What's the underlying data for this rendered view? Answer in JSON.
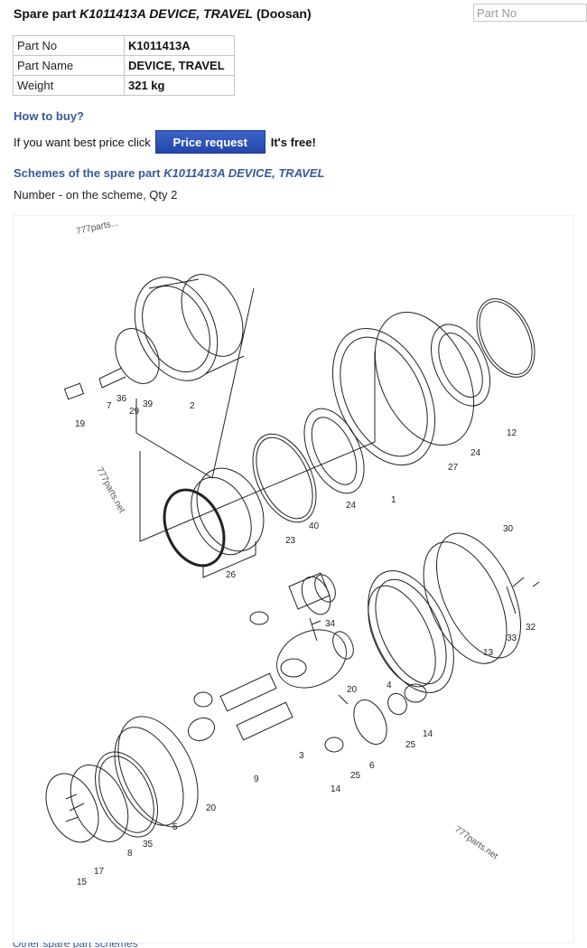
{
  "header": {
    "prefix": "Spare part",
    "part_title": "K1011413A DEVICE, TRAVEL",
    "brand": "(Doosan)"
  },
  "search": {
    "placeholder": "Part No"
  },
  "specs": [
    {
      "label": "Part No",
      "value": "K1011413A"
    },
    {
      "label": "Part Name",
      "value": "DEVICE, TRAVEL"
    },
    {
      "label": "Weight",
      "value": "321 kg"
    }
  ],
  "buy": {
    "heading": "How to buy?",
    "prompt": "If you want best price click",
    "button_label": "Price request",
    "free_note": "It's free!"
  },
  "schemes": {
    "heading_prefix": "Schemes of the spare part",
    "heading_part": "K1011413A DEVICE, TRAVEL",
    "note": "Number - on the scheme, Qty 2"
  },
  "diagram": {
    "watermark_top": "777parts...",
    "watermark_left": "777parts.net",
    "watermark_bottom": "777parts.net",
    "callouts": [
      "19",
      "7",
      "36",
      "29",
      "39",
      "2",
      "12",
      "24",
      "27",
      "24",
      "1",
      "40",
      "23",
      "26",
      "30",
      "34",
      "20",
      "4",
      "13",
      "33",
      "32",
      "14",
      "25",
      "6",
      "25",
      "14",
      "3",
      "9",
      "20",
      "5",
      "35",
      "8",
      "17",
      "15"
    ]
  },
  "footer": {
    "link_text": "Other spare part schemes"
  }
}
